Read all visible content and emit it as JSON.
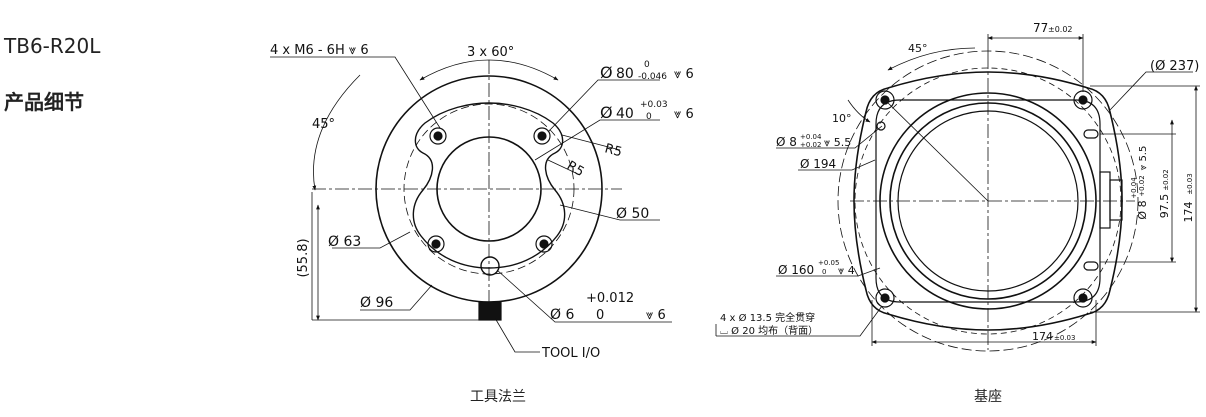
{
  "page": {
    "model": "TB6-R20L",
    "subtitle": "产品细节"
  },
  "flange": {
    "caption": "工具法兰",
    "dims": {
      "holes": "4 x M6 - 6H ⩔ 6",
      "angle3": "3 x 60°",
      "d80_sym": "Ø",
      "d80": "80",
      "d80_tol_up": "0",
      "d80_tol_dn": "-0.046",
      "d80_depth": "⩔ 6",
      "d40_sym": "Ø",
      "d40": "40",
      "d40_tol_up": "+0.03",
      "d40_tol_dn": "0",
      "d40_depth": "⩔ 6",
      "r5a": "R5",
      "r5b": "R5",
      "a45": "45°",
      "d50": "Ø 50",
      "d63": "Ø 63",
      "h558": "(55.8)",
      "d96": "Ø 96",
      "d6_tol": "+0.012",
      "d6": "Ø 6",
      "d6_zero": "0",
      "d6_depth": "⩔ 6",
      "tool_io": "TOOL I/O"
    }
  },
  "base": {
    "caption": "基座",
    "dims": {
      "w77": "77",
      "w77_tol": "±0.02",
      "d237": "(Ø 237)",
      "a45": "45°",
      "a10": "10°",
      "d8a_sym": "Ø 8",
      "d8a_tol_up": "+0.04",
      "d8a_tol_dn": "+0.02",
      "d8a_depth": "⩔ 5.5",
      "d194": "Ø 194",
      "d160": "Ø 160",
      "d160_tol_up": "+0.05",
      "d160_tol_dn": "0",
      "d160_depth": "⩔ 4",
      "mount_line1": "4 x Ø 13.5 完全贯穿",
      "mount_line2": "⌴ Ø 20 均布（背面）",
      "w174": "174",
      "w174_tol": "±0.03",
      "h174": "174",
      "h174_tol": "±0.03",
      "h975": "97.5",
      "h975_tol": "±0.02",
      "d8b_sym": "Ø 8",
      "d8b_tol_up": "+0.04",
      "d8b_tol_dn": "+0.02",
      "d8b_depth": "⩔ 5.5"
    }
  }
}
